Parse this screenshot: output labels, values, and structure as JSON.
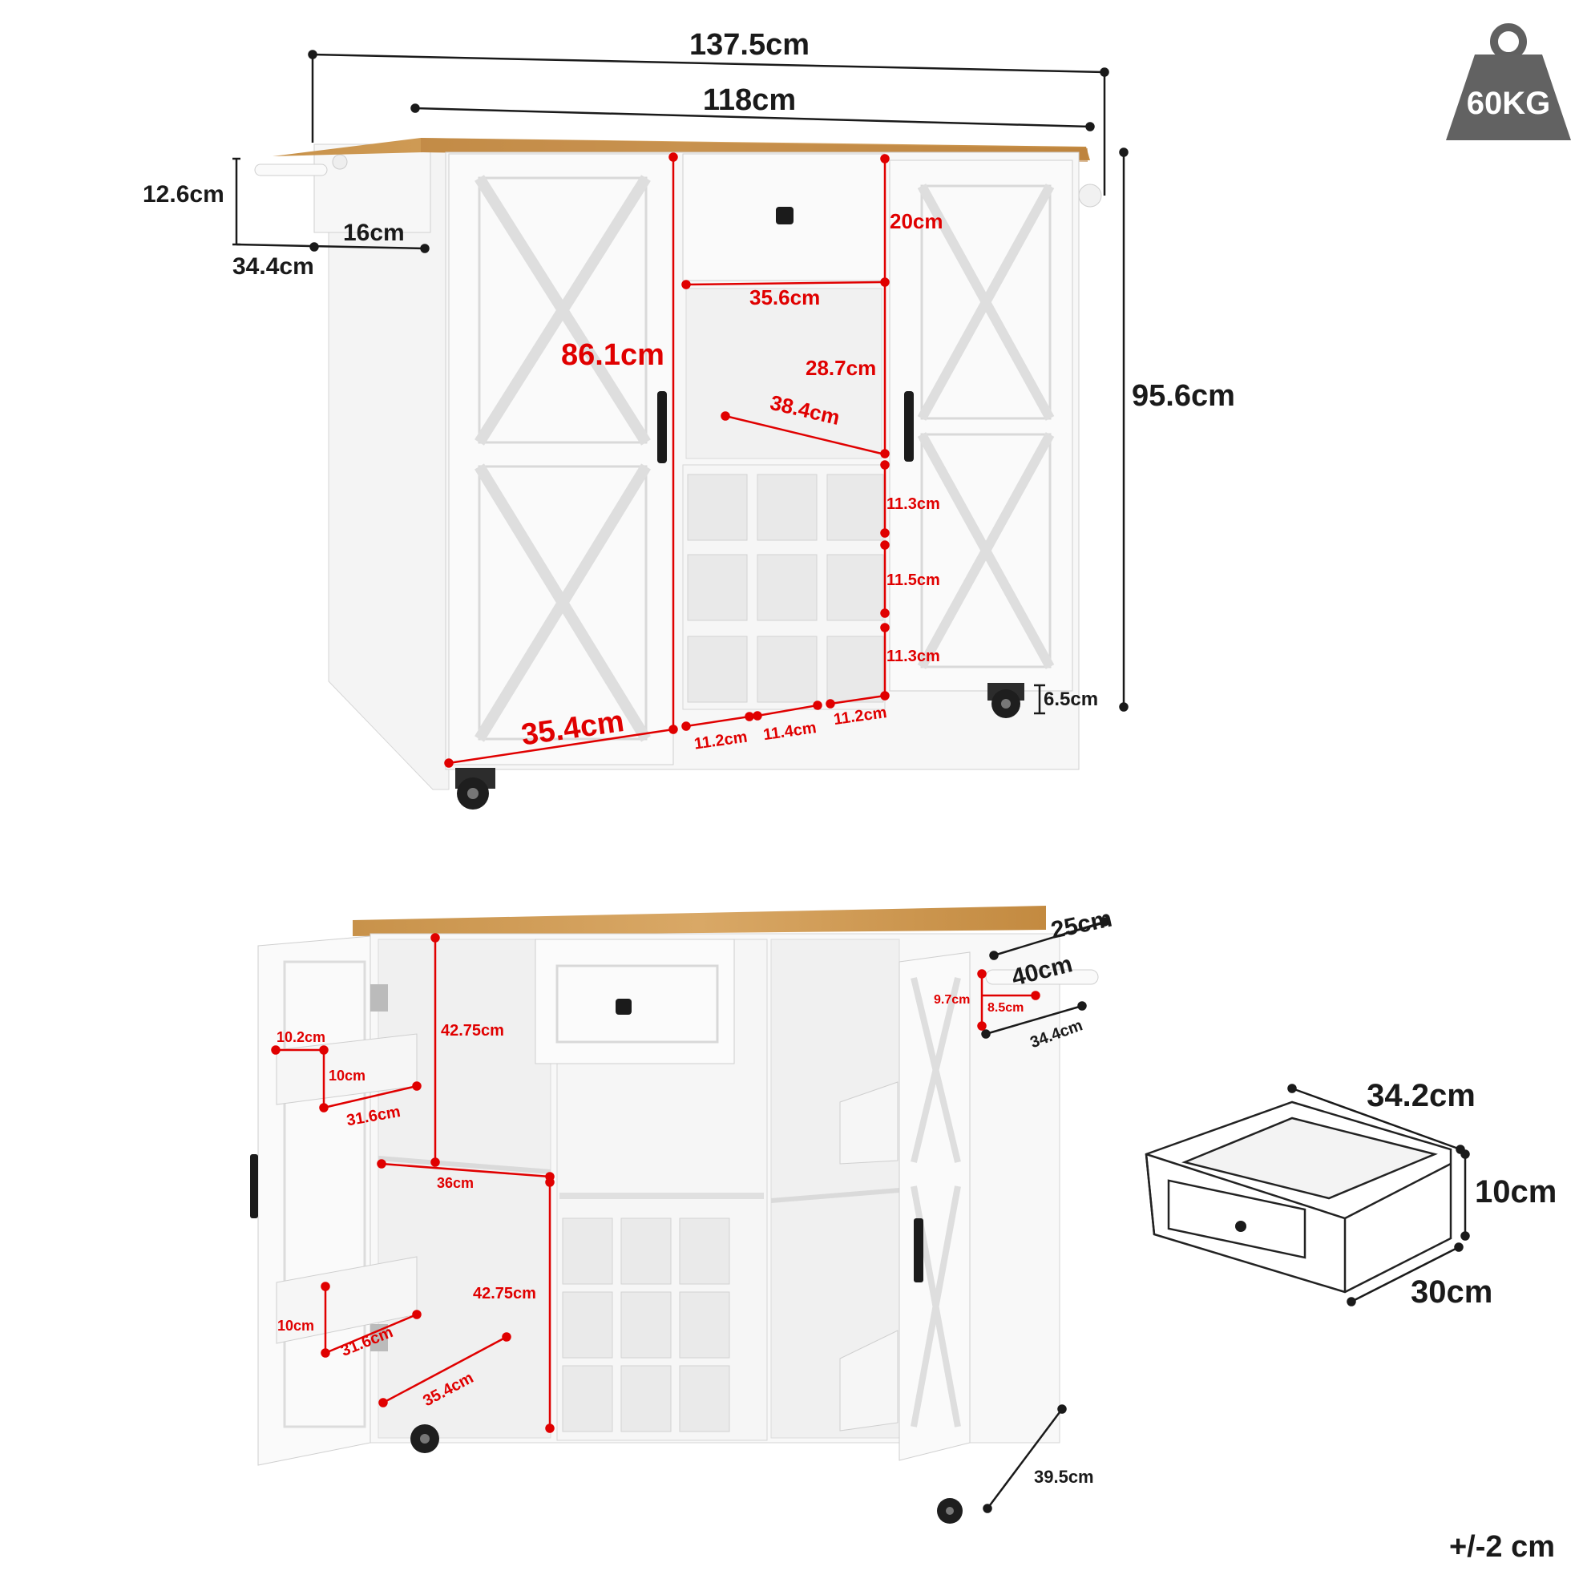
{
  "weight_badge": {
    "label": "60KG"
  },
  "tolerance": "+/-2 cm",
  "front_view": {
    "overall_width": "137.5cm",
    "top_width": "118cm",
    "towel_bar_height": "12.6cm",
    "towel_bar_width": "16cm",
    "towel_bar_depth": "34.4cm",
    "overall_height": "95.6cm",
    "door_height": "86.1cm",
    "door_width": "35.4cm",
    "drawer_height": "20cm",
    "drawer_width": "35.6cm",
    "open_shelf_height": "28.7cm",
    "open_shelf_depth": "38.4cm",
    "wine_row_1": "11.3cm",
    "wine_row_2": "11.5cm",
    "wine_row_3": "11.3cm",
    "wine_col_1": "11.2cm",
    "wine_col_2": "11.4cm",
    "wine_col_3": "11.2cm",
    "caster_height": "6.5cm"
  },
  "open_view": {
    "rack_top_width": "10.2cm",
    "rack_top_height": "10cm",
    "rack_top_length": "31.6cm",
    "upper_shelf_height": "42.75cm",
    "shelf_width": "36cm",
    "lower_shelf_height": "42.75cm",
    "rack_bottom_height": "10cm",
    "rack_bottom_length": "31.6cm",
    "bottom_depth": "35.4cm",
    "ext_depth": "25cm",
    "ext_width": "40cm",
    "side_hook_h": "9.7cm",
    "side_hook_w": "8.5cm",
    "side_bar_len": "34.4cm",
    "side_depth": "39.5cm"
  },
  "drawer_detail": {
    "width": "34.2cm",
    "height": "10cm",
    "depth": "30cm"
  }
}
